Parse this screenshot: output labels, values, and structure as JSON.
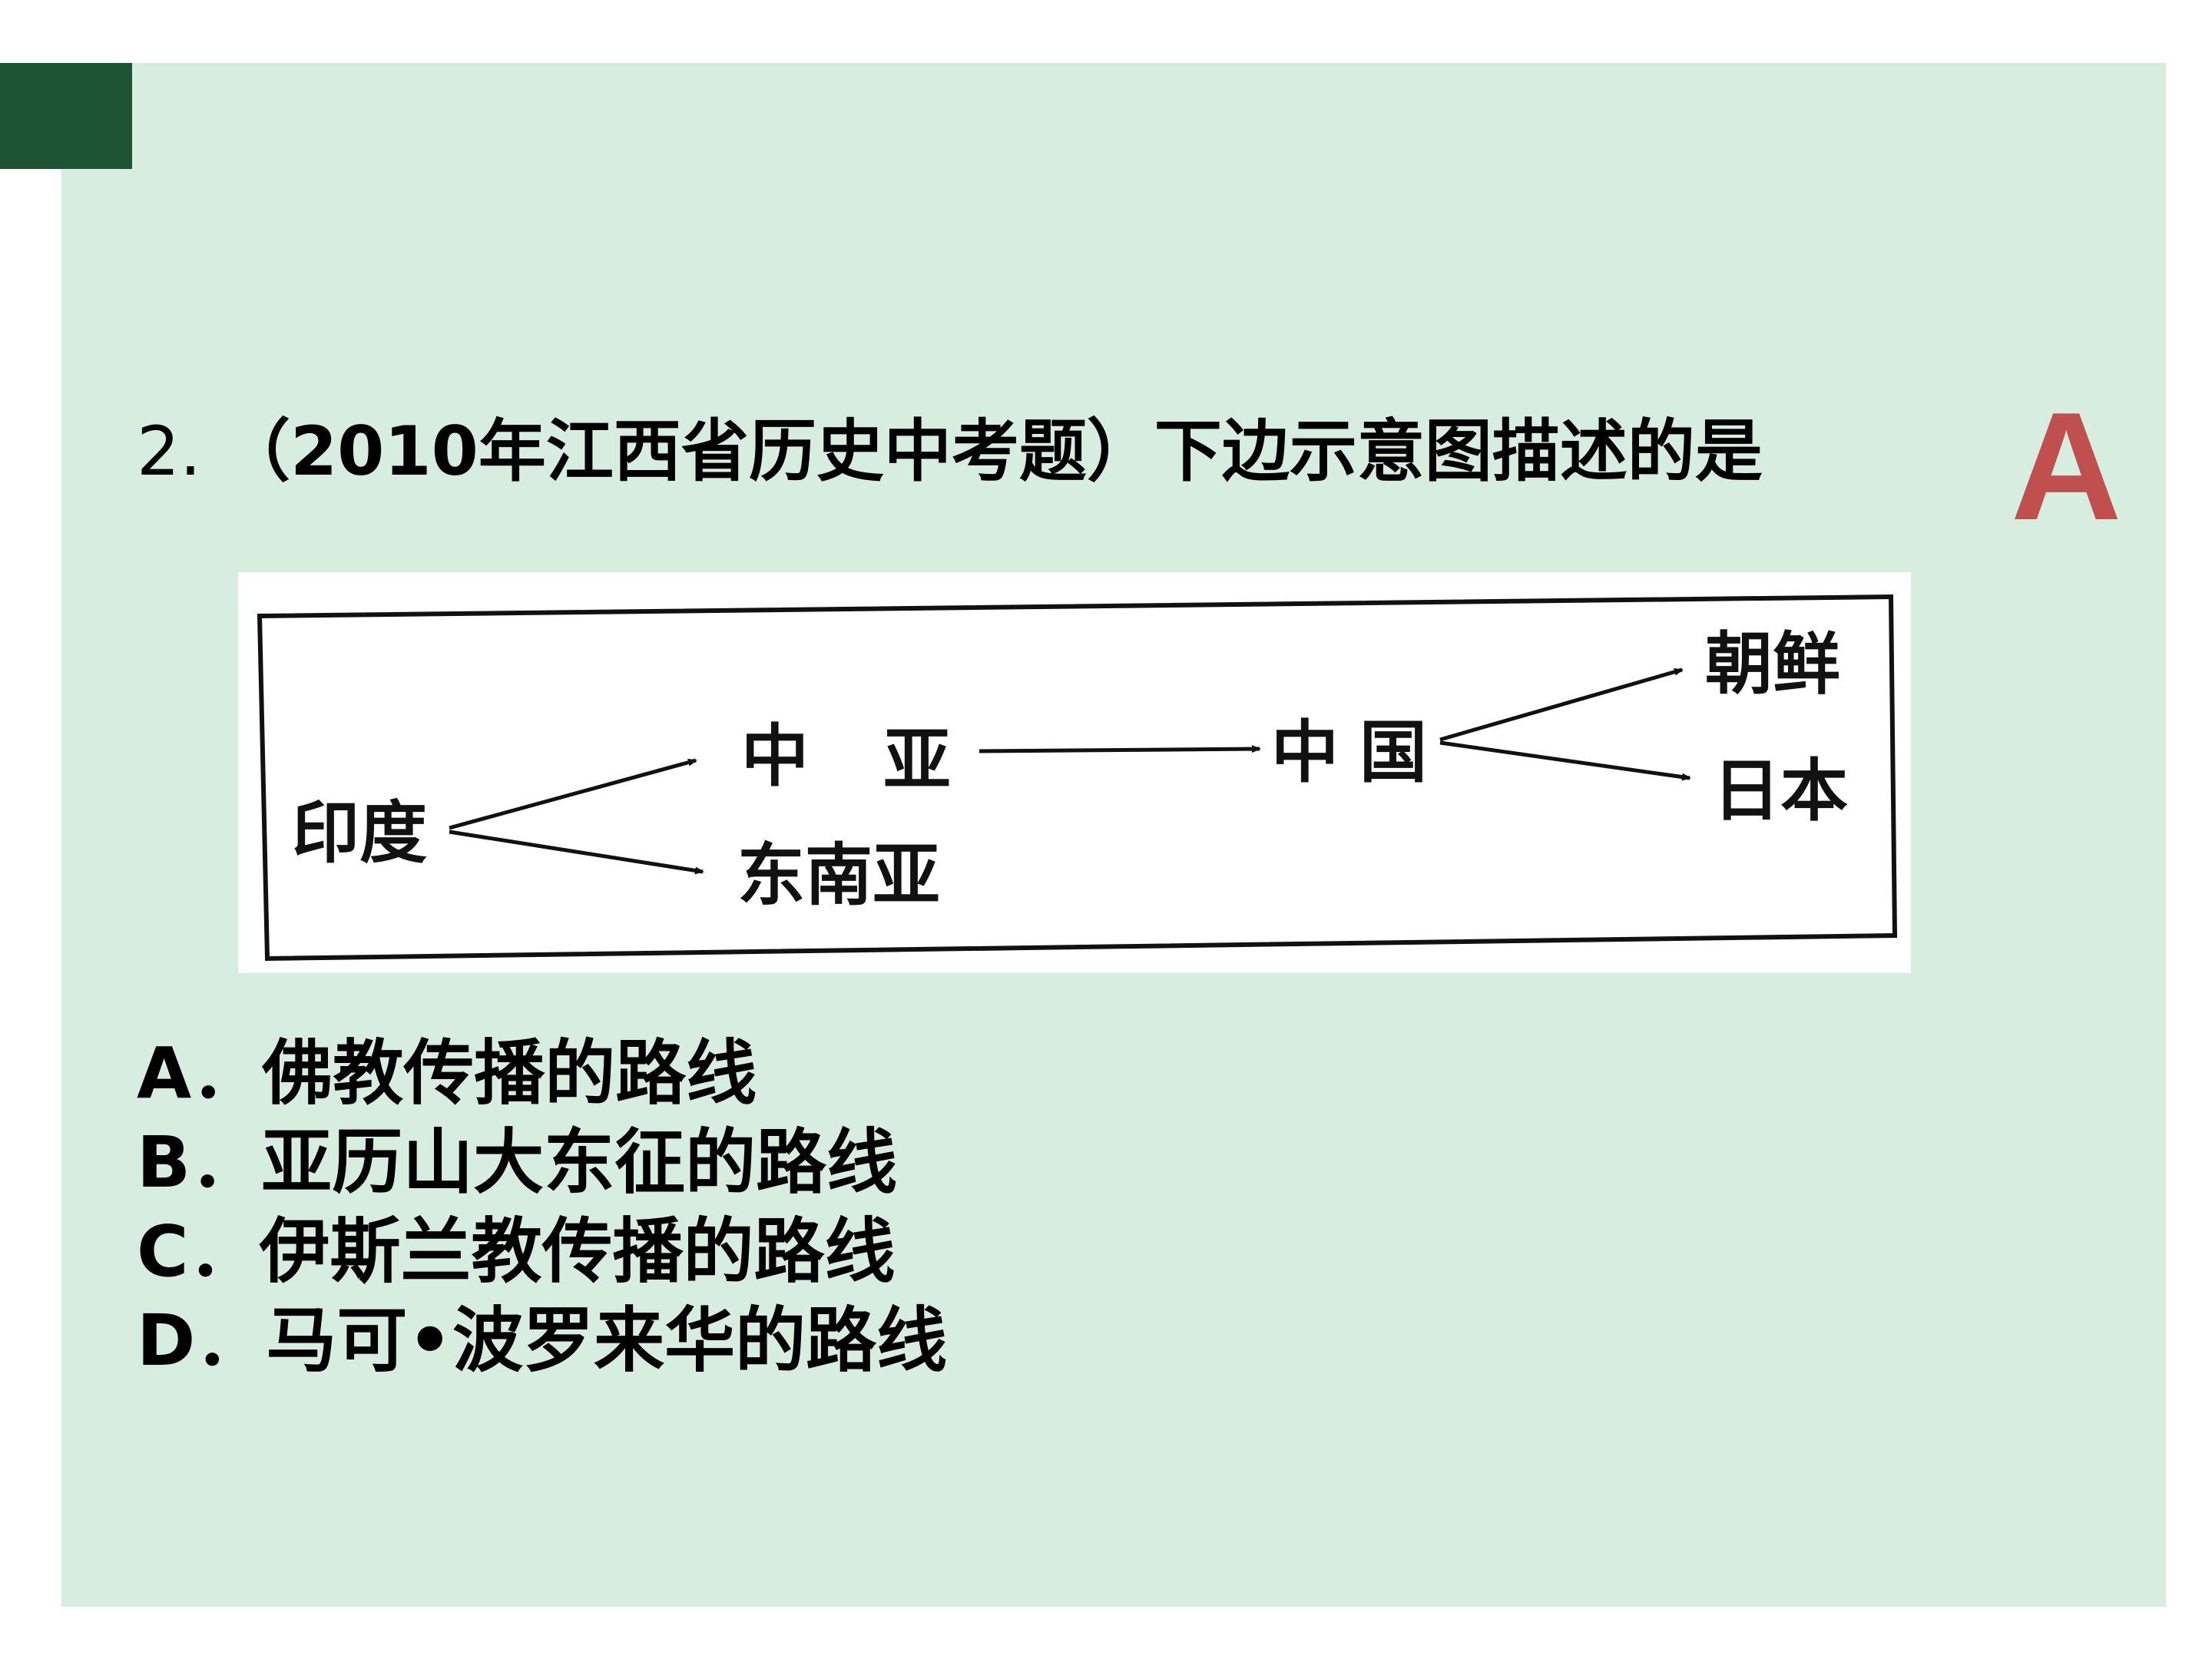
{
  "question": {
    "number": "2.",
    "stem": "（2010年江西省历史中考题）下边示意图描述的是"
  },
  "answer": "A",
  "diagram": {
    "nodes": {
      "india": "印度",
      "central_asia_1": "中",
      "central_asia_2": "亚",
      "southeast_asia": "东南亚",
      "china_1": "中",
      "china_2": "国",
      "korea": "朝鲜",
      "japan": "日本"
    }
  },
  "options": [
    {
      "label": "A．佛教传播的路线"
    },
    {
      "label": "B．亚历山大东征的路线"
    },
    {
      "label": "C．伊斯兰教传播的路线"
    },
    {
      "label": "D．马可•波罗来华的路线"
    }
  ],
  "colors": {
    "panel": "#d6ede0",
    "corner_block": "#1c5434",
    "answer": "#c0504d"
  }
}
